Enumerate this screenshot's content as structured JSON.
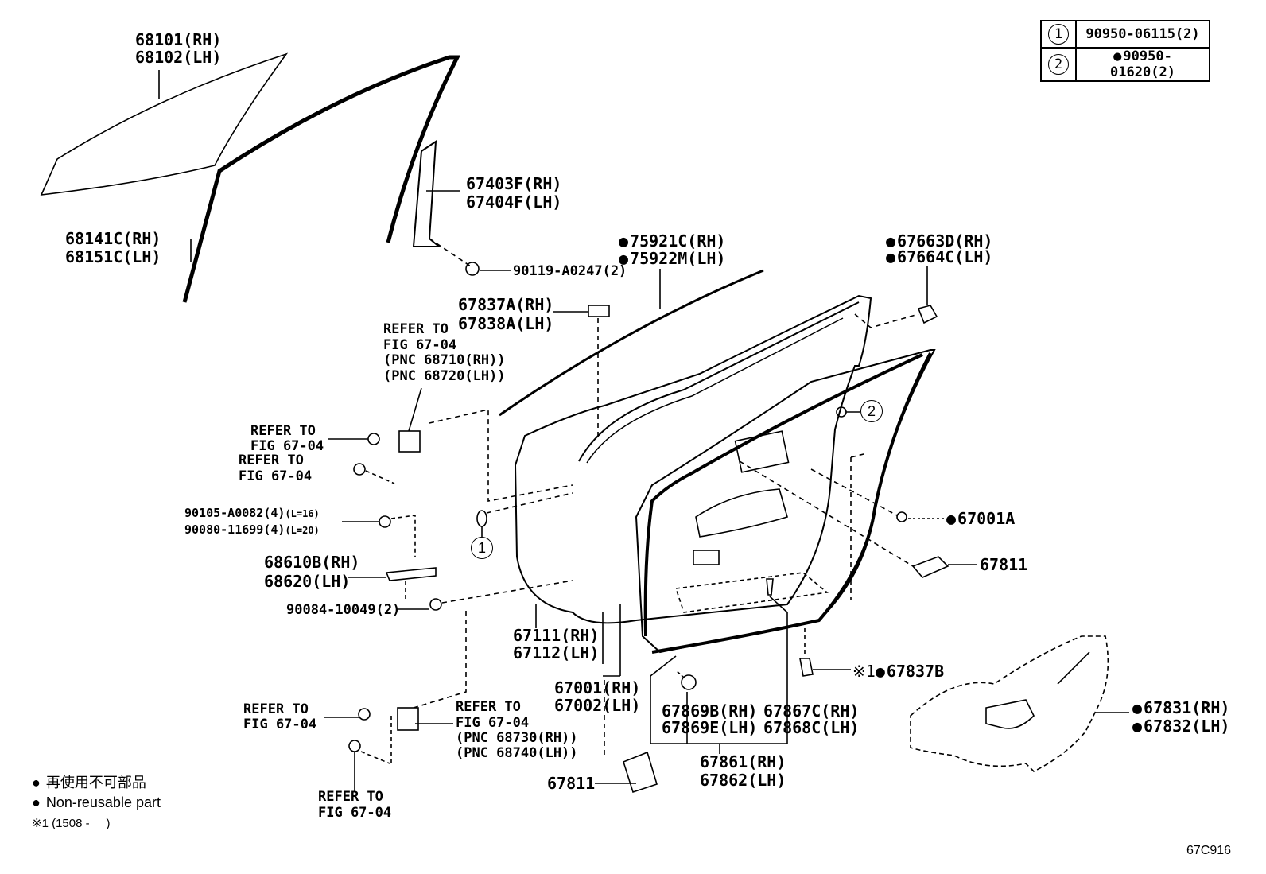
{
  "legend": [
    {
      "num": "1",
      "part": "90950-06115(2)",
      "non_reusable": false
    },
    {
      "num": "2",
      "part": "90950-01620(2)",
      "non_reusable": true
    }
  ],
  "labels": {
    "glass": [
      "68101(RH)",
      "68102(LH)"
    ],
    "run_channel": [
      "68141C(RH)",
      "68151C(LH)"
    ],
    "frame": [
      "67403F(RH)",
      "67404F(LH)"
    ],
    "screw": "90119-A0247(2)",
    "molding": [
      "75921C(RH)",
      "75922M(LH)"
    ],
    "cover": [
      "67663D(RH)",
      "67664C(LH)"
    ],
    "clip_a": [
      "67837A(RH)",
      "67838A(LH)"
    ],
    "refer_hinge_upper": [
      "REFER TO",
      "FIG 67-04",
      "(PNC 68710(RH))",
      "(PNC 68720(LH))"
    ],
    "refer_1": [
      "REFER TO",
      "FIG 67-04"
    ],
    "refer_2": [
      "REFER TO",
      "FIG 67-04"
    ],
    "bolts_1": "90105-A0082(4)",
    "bolts_1_len": "(L=16)",
    "bolts_2": "90080-11699(4)",
    "bolts_2_len": "(L=20)",
    "check": [
      "68610B(RH)",
      "68620(LH)"
    ],
    "bolt_3": "90084-10049(2)",
    "panel": [
      "67111(RH)",
      "67112(LH)"
    ],
    "door": [
      "67001(RH)",
      "67002(LH)"
    ],
    "refer_3": [
      "REFER TO",
      "FIG 67-04"
    ],
    "refer_hinge_lower": [
      "REFER TO",
      "FIG 67-04",
      "(PNC 68730(RH))",
      "(PNC 68740(LH))"
    ],
    "refer_4": [
      "REFER TO",
      "FIG 67-04"
    ],
    "hole_plug": "67811",
    "hole_plug_2": "67811",
    "part_67001a": "67001A",
    "clip_b_note": "※1",
    "clip_b": "67837B",
    "clip_c": [
      "67869B(RH)",
      "67869E(LH)"
    ],
    "clip_d": [
      "67867C(RH)",
      "67868C(LH)"
    ],
    "weatherstrip": [
      "67861(RH)",
      "67862(LH)"
    ],
    "service_hole_cover": [
      "67831(RH)",
      "67832(LH)"
    ],
    "callout_1": "1",
    "callout_2": "2"
  },
  "notes": {
    "jp": "再使用不可部品",
    "en": "Non-reusable part",
    "date": "※1 (1508 -     )"
  },
  "figure_id": "67C916"
}
